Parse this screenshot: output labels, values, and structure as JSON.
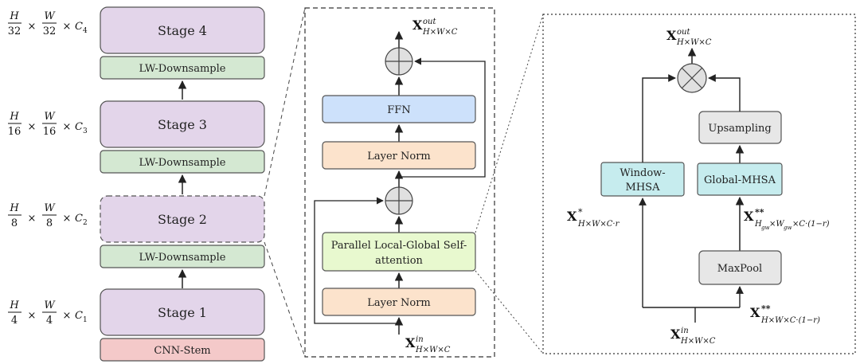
{
  "panel_left": {
    "stages": [
      {
        "label": "Stage 4",
        "dim_h": "32",
        "dim_w": "32",
        "dim_c": "4"
      },
      {
        "label": "Stage 3",
        "dim_h": "16",
        "dim_w": "16",
        "dim_c": "3"
      },
      {
        "label": "Stage 2",
        "dim_h": "8",
        "dim_w": "8",
        "dim_c": "2"
      },
      {
        "label": "Stage 1",
        "dim_h": "4",
        "dim_w": "4",
        "dim_c": "1"
      }
    ],
    "downsample_label": "LW-Downsample",
    "stem_label": "CNN-Stem",
    "dim_symbols": {
      "H": "H",
      "W": "W",
      "C": "C",
      "times": "×"
    }
  },
  "panel_middle": {
    "ffn": "FFN",
    "layer_norm": "Layer Norm",
    "plgsa_line1": "Parallel Local-Global Self-",
    "plgsa_line2": "attention",
    "x_out": {
      "base": "X",
      "sup": "out",
      "sub": "H×W×C"
    },
    "x_in": {
      "base": "X",
      "sup": "in",
      "sub": "H×W×C"
    }
  },
  "panel_right": {
    "upsampling": "Upsampling",
    "global_mhsa": "Global-MHSA",
    "window_mhsa_line1": "Window-",
    "window_mhsa_line2": "MHSA",
    "maxpool": "MaxPool",
    "x_out": {
      "base": "X",
      "sup": "out",
      "sub": "H×W×C"
    },
    "x_in": {
      "base": "X",
      "sup": "in",
      "sub": "H×W×C"
    },
    "x_star": {
      "base": "X",
      "sup": "*",
      "sub": "H×W×C·r"
    },
    "x_dstar_gw": {
      "base": "X",
      "sup": "**",
      "sub": "H",
      "sub2": "gw",
      "mid": "×W",
      "sub3": "gw",
      "tail": "×C·(1−r)"
    },
    "x_dstar": {
      "base": "X",
      "sup": "**",
      "sub": "H×W×C·(1−r)"
    }
  },
  "colors": {
    "stage_fill": "#e3d5ea",
    "downsample_fill": "#d4e8d2",
    "stem_fill": "#f4c9c9",
    "ffn_fill": "#cde1fb",
    "layernorm_fill": "#fce3cc",
    "plgsa_fill": "#e8f9cf",
    "mhsa_fill": "#c6ecee",
    "gray_fill": "#e7e7e7",
    "stroke": "#555555"
  }
}
